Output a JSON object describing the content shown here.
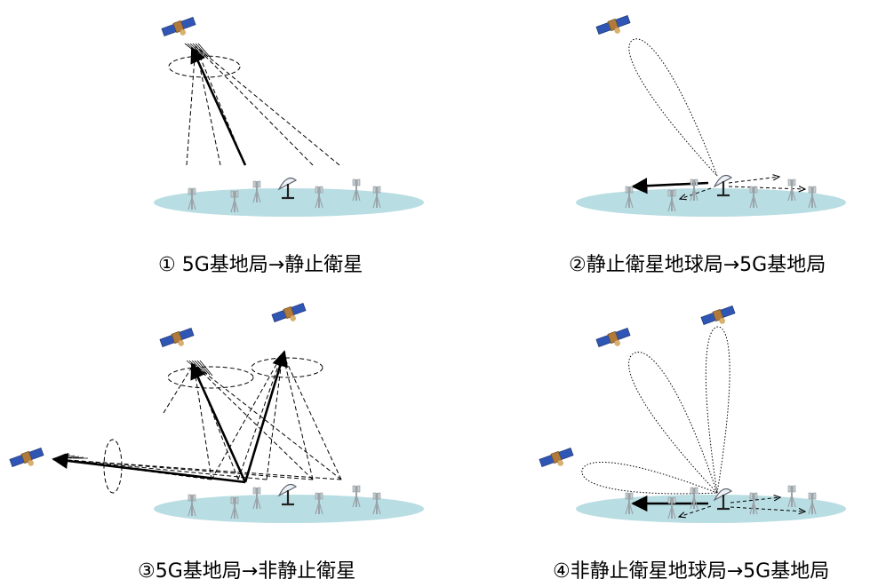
{
  "panels": [
    {
      "caption": "① 5G基地局→静止衛星"
    },
    {
      "caption": "②静止衛星地球局→5G基地局"
    },
    {
      "caption": "③5G基地局→非静止衛星"
    },
    {
      "caption": "④非静止衛星地球局→5G基地局"
    }
  ],
  "colors": {
    "ground": "#b8dde3",
    "satellite_panel": "#2f56b5",
    "satellite_body": "#b07a3a",
    "tower": "#9aa3a8",
    "dish": "#5a6270"
  }
}
